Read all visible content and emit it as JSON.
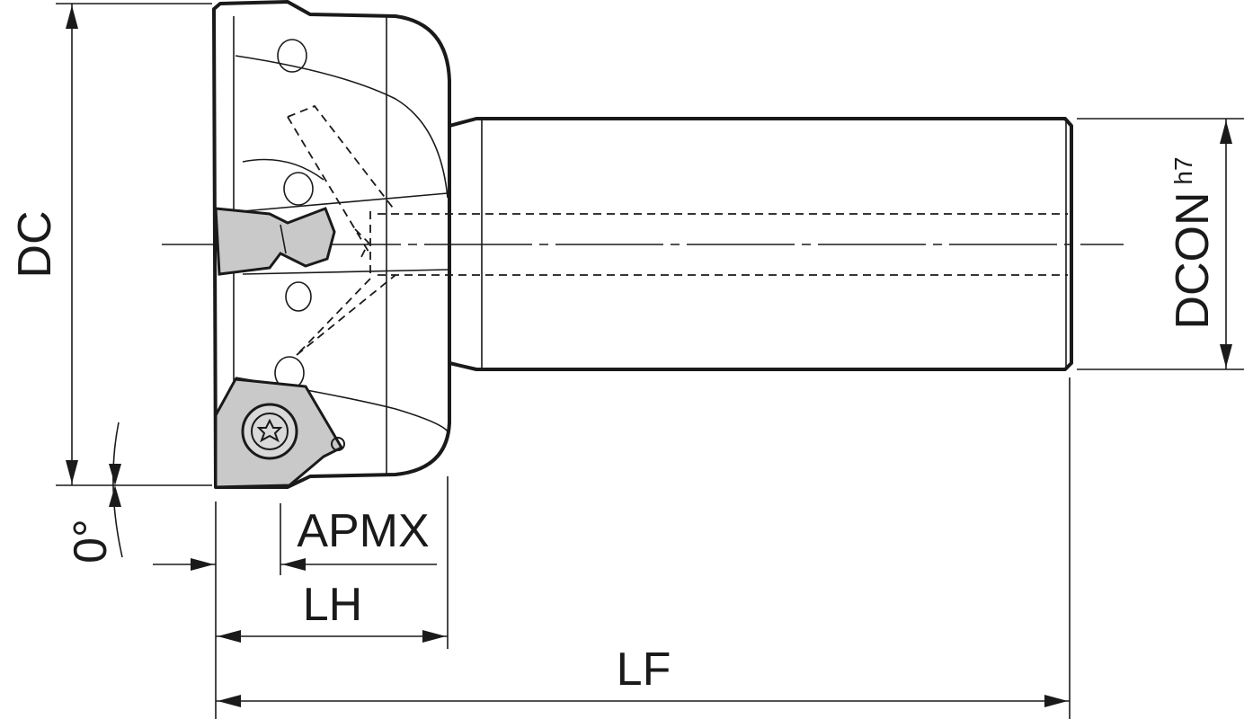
{
  "labels": {
    "dc": "DC",
    "dcon": "DCON",
    "dcon_tolerance": "h7",
    "angle": "0°",
    "apmx": "APMX",
    "lh": "LH",
    "lf": "LF"
  },
  "colors": {
    "line": "#1a1a1a",
    "insert_fill": "#c9c9c9",
    "background": "#ffffff"
  }
}
